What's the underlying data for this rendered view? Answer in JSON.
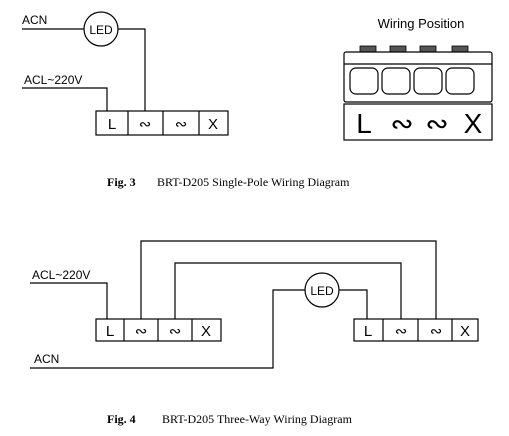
{
  "fig3": {
    "acn_label": "ACN",
    "led_label": "LED",
    "acl_label": "ACL~220V",
    "terminals": [
      "L",
      "∾",
      "∾",
      "X"
    ],
    "caption_num": "Fig. 3",
    "caption_text": "BRT-D205 Single-Pole Wiring Diagram"
  },
  "wiring_position": {
    "title": "Wiring Position",
    "terminals": [
      "L",
      "∾",
      "∾",
      "X"
    ]
  },
  "fig4": {
    "acl_label": "ACL~220V",
    "led_label": "LED",
    "acn_label": "ACN",
    "terminals_left": [
      "L",
      "∾",
      "∾",
      "X"
    ],
    "terminals_right": [
      "L",
      "∾",
      "∾",
      "X"
    ],
    "caption_num": "Fig. 4",
    "caption_text": "BRT-D205 Three-Way Wiring Diagram"
  }
}
